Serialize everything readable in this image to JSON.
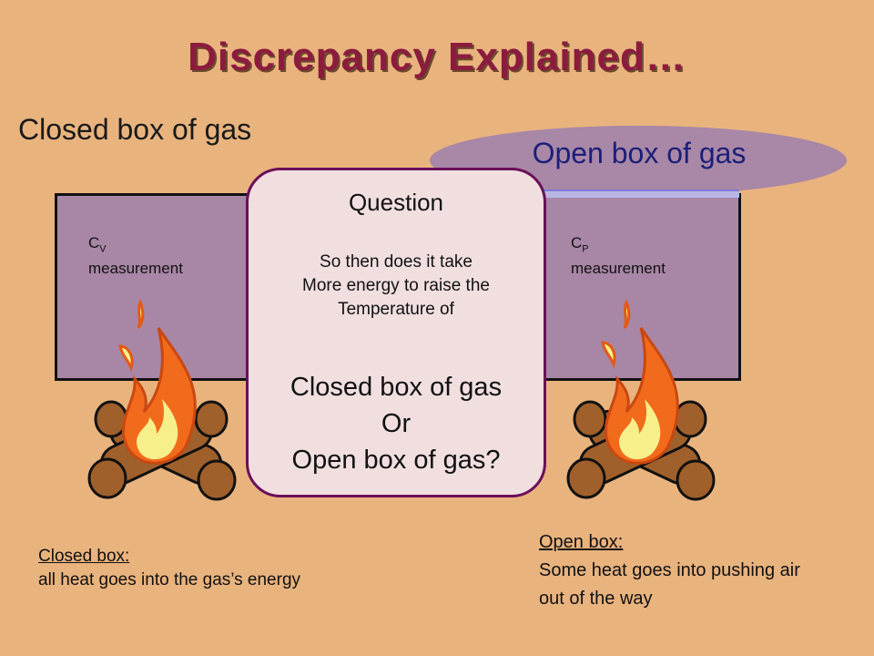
{
  "slide": {
    "title": "Discrepancy Explained…",
    "closed_heading": "Closed box of gas",
    "open_heading": "Open box of gas",
    "cv_symbol": "C",
    "cv_sub": "V",
    "cv_word": "measurement",
    "cp_symbol": "C",
    "cp_sub": "P",
    "cp_word": "measurement",
    "question": {
      "title": "Question",
      "lines": [
        "So then does it take",
        "More energy to raise the",
        "Temperature of"
      ],
      "choices": [
        "Closed box of gas",
        "Or",
        "Open box of gas?"
      ]
    },
    "closed_caption": {
      "label": "Closed box:",
      "text": "all heat goes into the gas’s energy"
    },
    "open_caption": {
      "label": "Open box:",
      "text": "Some heat goes into pushing air out of the way"
    }
  },
  "icons": [
    "campfire-icon",
    "campfire-icon"
  ],
  "colors": {
    "background": "#e9b37e",
    "box_fill": "#a886a6",
    "title": "#8b1c3e",
    "open_heading_text": "#1b1f7a",
    "question_border": "#6a0f5a",
    "log": "#a0602b",
    "flame_outer": "#f26a1b",
    "flame_inner": "#f6ef8a"
  }
}
